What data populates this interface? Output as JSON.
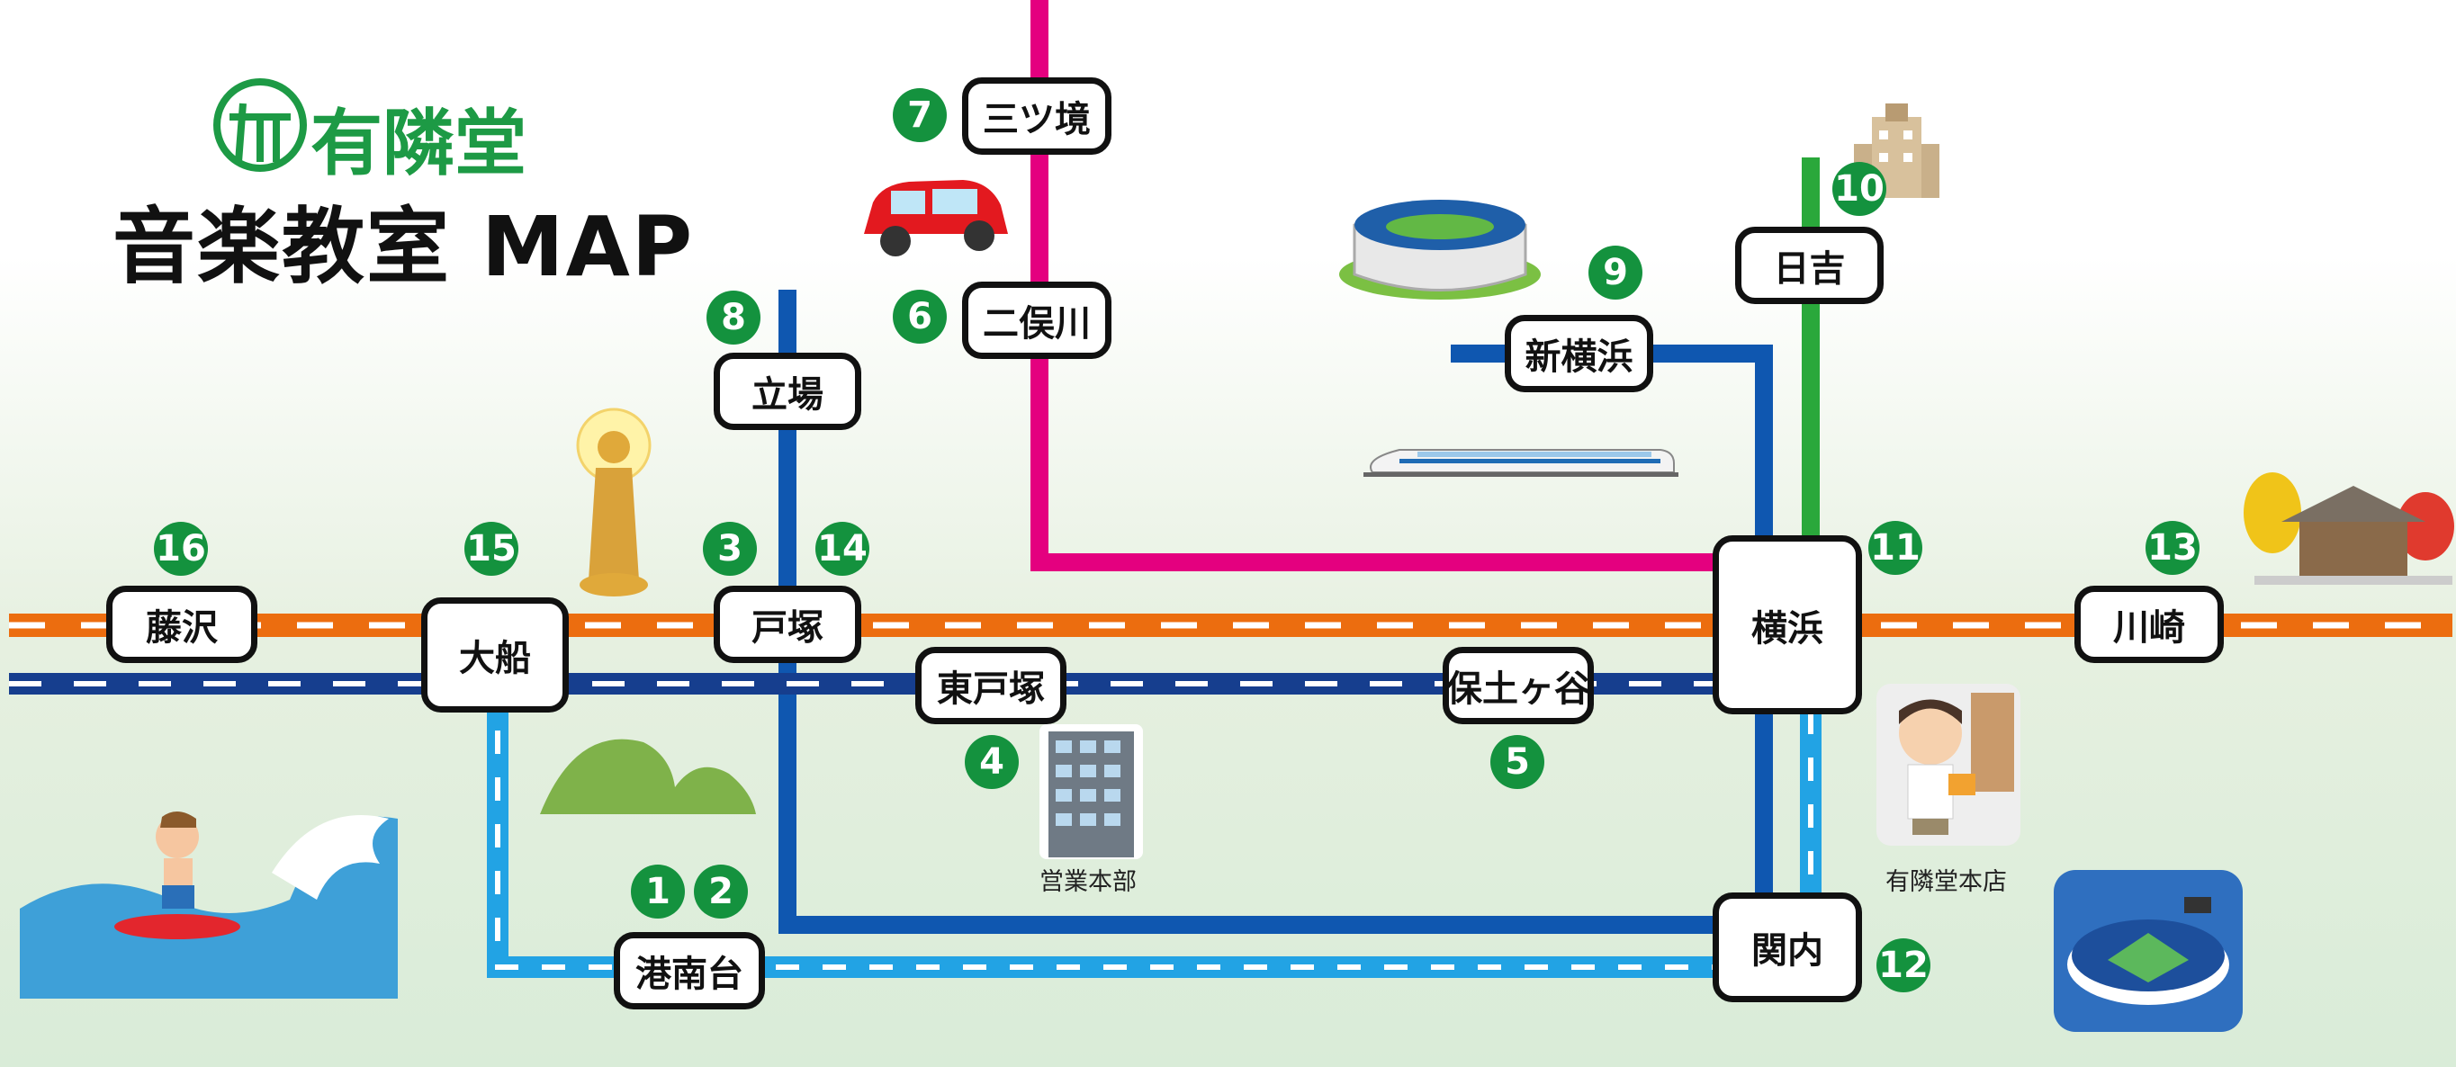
{
  "title": {
    "brand": "有隣堂",
    "main": "音楽教室 MAP"
  },
  "colors": {
    "tokaido_line": "#ec6d0f",
    "yokosuka_line": "#163e8e",
    "subway_blue_line": "#0f57b0",
    "sotetsu_line": "#e4007f",
    "tokyu_line": "#2aa83b",
    "negishi_line": "#22a3e4",
    "number_badge": "#14923e",
    "brand_green": "#1d9a45"
  },
  "stations": {
    "mitsukyo": "三ツ境",
    "futamatagawa": "二俣川",
    "tateba": "立場",
    "shinyokohama": "新横浜",
    "hiyoshi": "日吉",
    "fujisawa": "藤沢",
    "ofuna": "大船",
    "totsuka": "戸塚",
    "yokohama": "横浜",
    "kawasaki": "川崎",
    "higashitotsuka": "東戸塚",
    "hodogaya": "保土ヶ谷",
    "konandai": "港南台",
    "kannai": "関内"
  },
  "numbers": {
    "n1": "1",
    "n2": "2",
    "n3": "3",
    "n4": "4",
    "n5": "5",
    "n6": "6",
    "n7": "7",
    "n8": "8",
    "n9": "9",
    "n10": "10",
    "n11": "11",
    "n12": "12",
    "n13": "13",
    "n14": "14",
    "n15": "15",
    "n16": "16"
  },
  "landmarks": {
    "sales_hq": "営業本部",
    "main_store": "有隣堂本店"
  },
  "icons": [
    "car-icon",
    "stadium-icon",
    "bullet-train-icon",
    "university-building-icon",
    "temple-icon",
    "buddha-statue-icon",
    "hill-icon",
    "office-building-icon",
    "surfer-wave-icon",
    "boy-bookstore-icon",
    "baseball-stadium-icon",
    "rinrindo-logo-icon"
  ]
}
